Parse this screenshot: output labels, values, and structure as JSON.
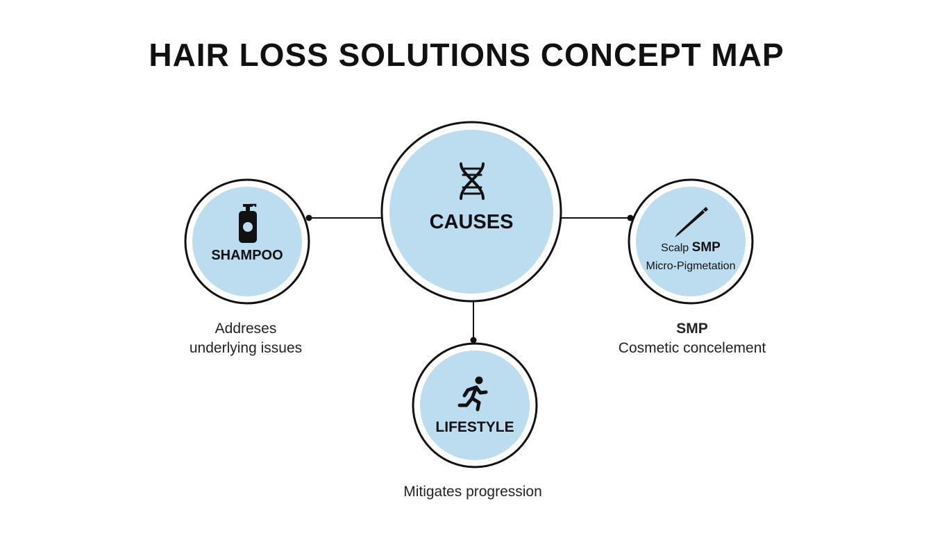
{
  "title": "HAIR LOSS SOLUTIONS CONCEPT MAP",
  "colors": {
    "circle_fill": "#bcdcef",
    "circle_stroke": "#111111",
    "connector": "#111111"
  },
  "nodes": {
    "center": {
      "label": "CAUSES",
      "icon": "dna-icon"
    },
    "left": {
      "label": "SHAMPOO",
      "icon": "bottle-icon"
    },
    "right": {
      "label": "SMP",
      "label_prefix": "Scalp",
      "label_line2": "Micro-Pigmetation",
      "icon": "needle-icon"
    },
    "bottom": {
      "label": "LIFESTYLE",
      "icon": "running-icon"
    }
  },
  "captions": {
    "left": {
      "line1": "Addreses",
      "line2": "underlying issues"
    },
    "right": {
      "line1": "SMP",
      "line2": "Cosmetic concelement"
    },
    "bottom": {
      "line1": "Mitigates progression"
    }
  }
}
